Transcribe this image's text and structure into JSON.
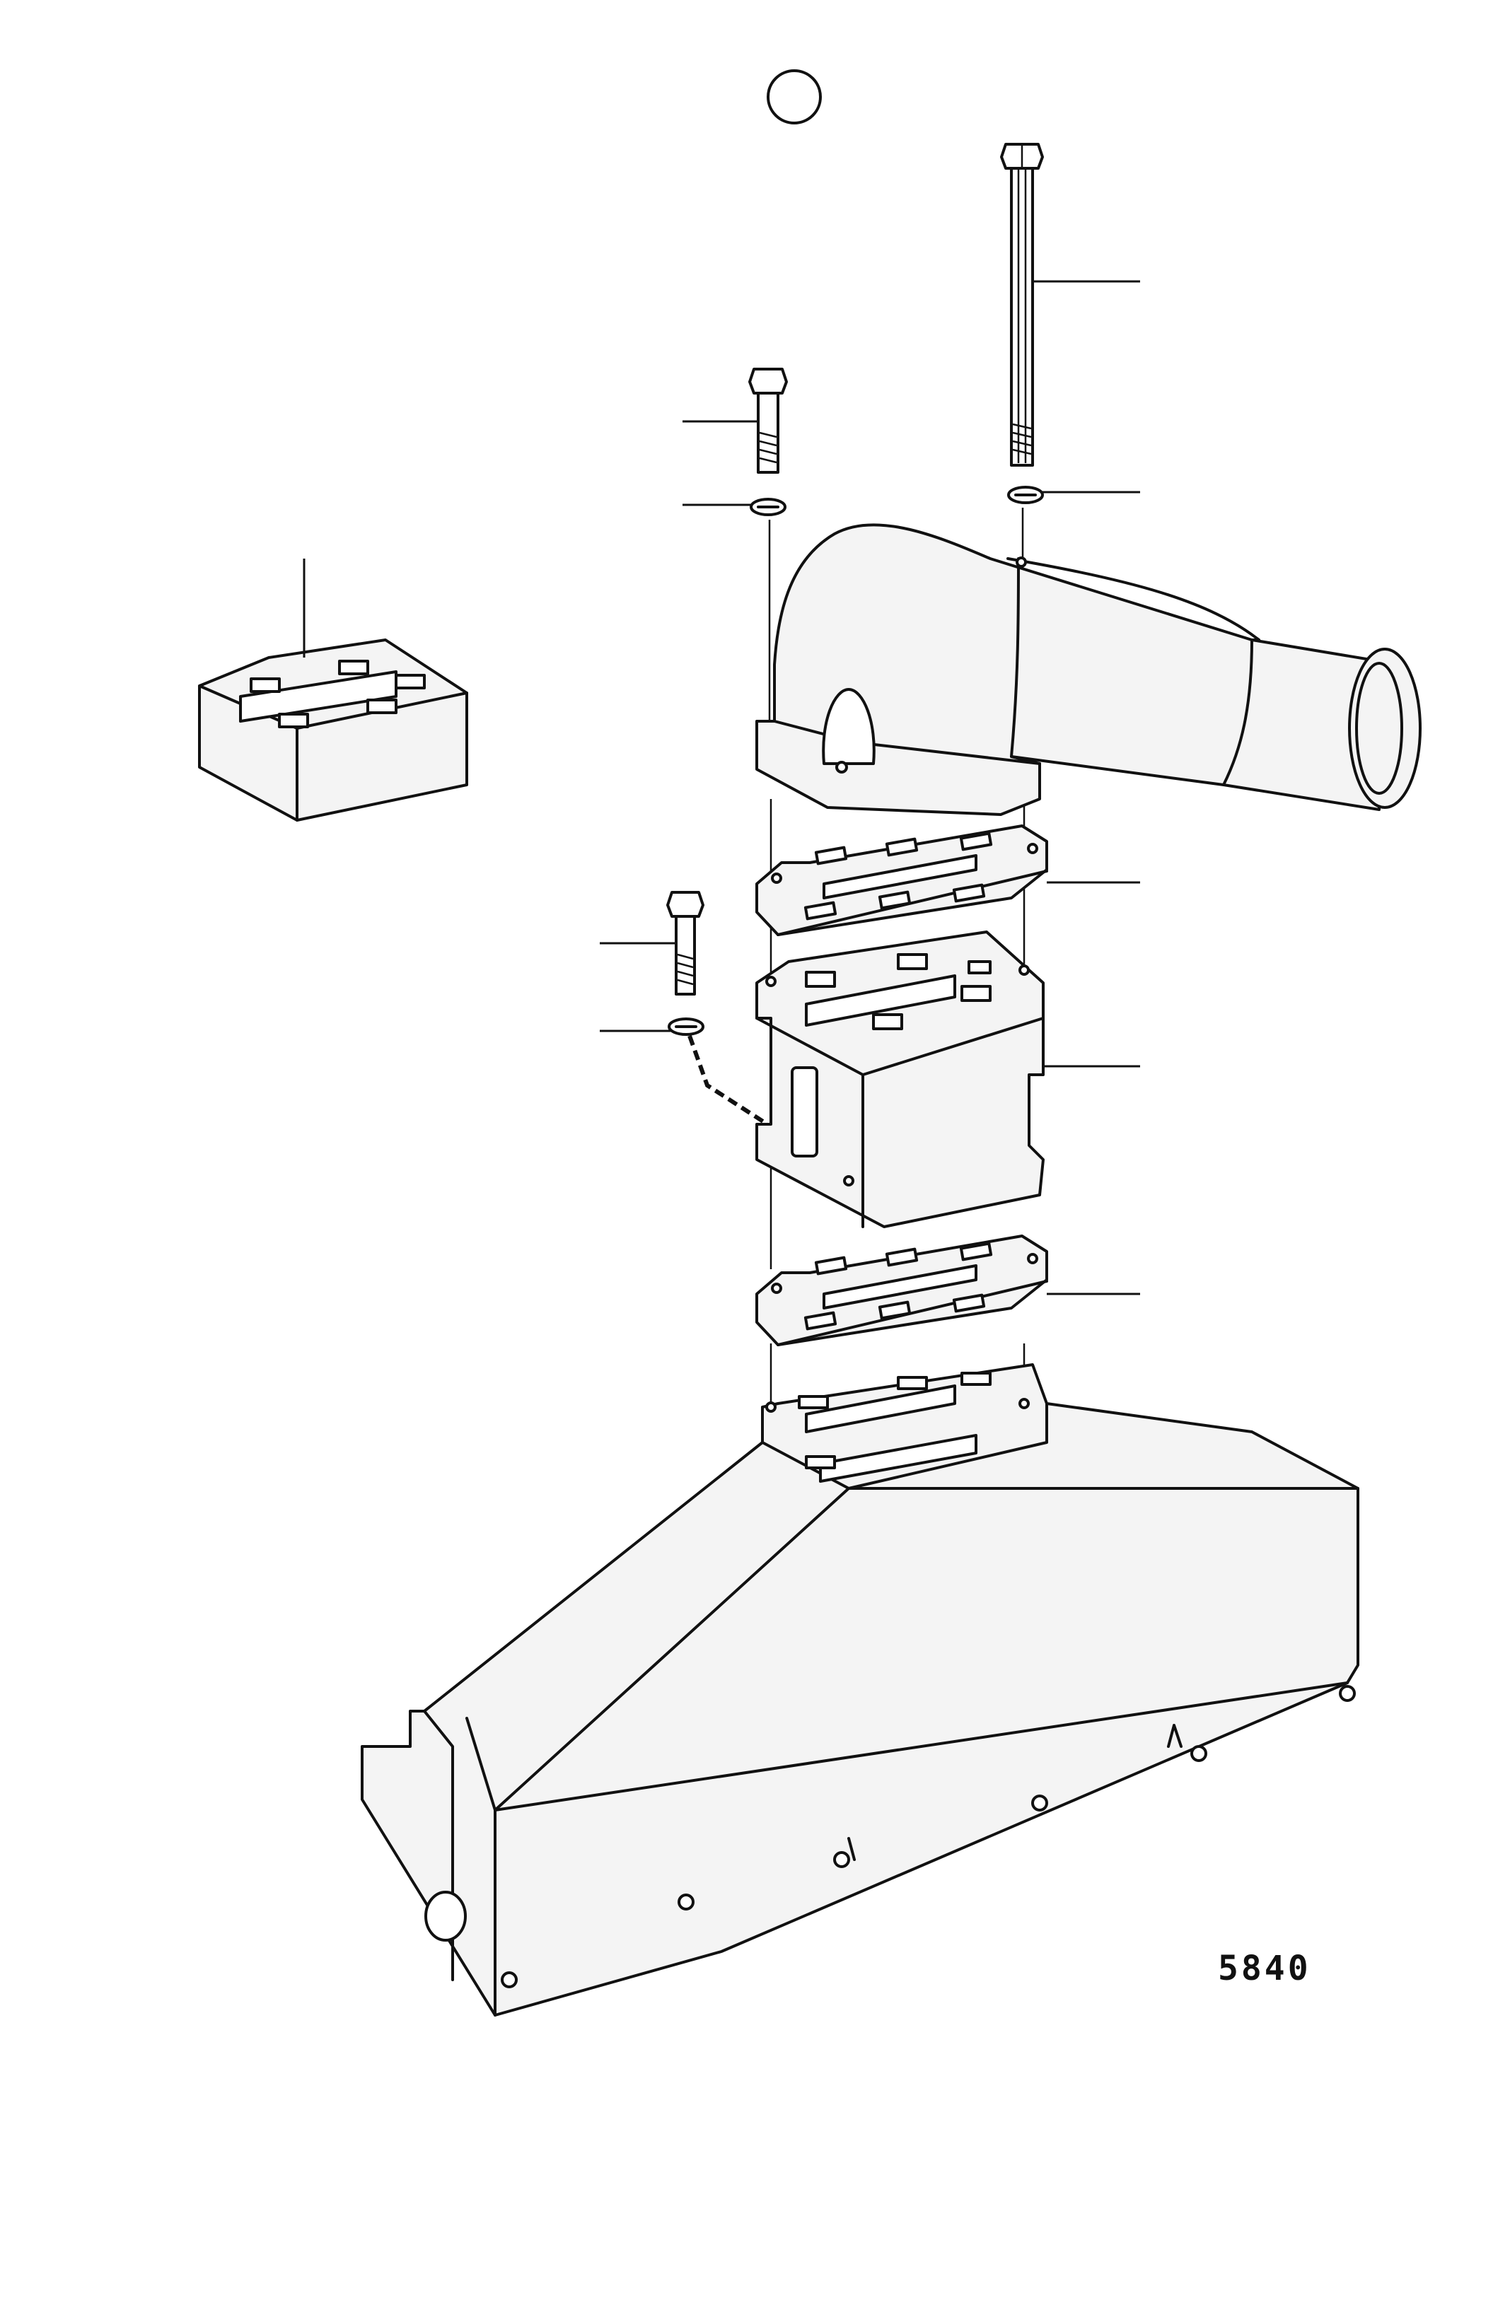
{
  "figure": {
    "drawing_number": "5840",
    "parts": [
      "exhaust-elbow",
      "long-bolt",
      "short-bolt-upper",
      "short-bolt-lower",
      "lock-washer-upper-left",
      "lock-washer-upper-right",
      "lock-washer-lower",
      "upper-gasket",
      "riser-spacer",
      "lower-gasket",
      "exhaust-manifold",
      "loose-spacer-block"
    ]
  }
}
